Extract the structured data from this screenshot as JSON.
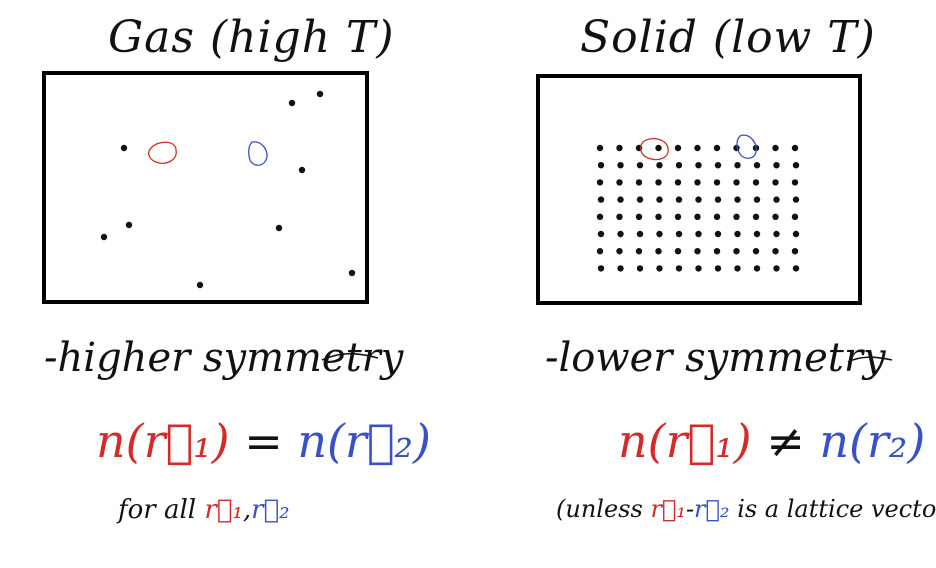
{
  "left": {
    "title": "Gas (high T)",
    "symmetry": "-higher symmetry",
    "eq_lhs": "n(r⃗₁)",
    "eq_op": "=",
    "eq_rhs": "n(r⃗₂)",
    "note_prefix": "for all",
    "note_r1": "r⃗₁",
    "note_sep": ",",
    "note_r2": "r⃗₂"
  },
  "right": {
    "title": "Solid (low T)",
    "symmetry": "-lower symmetry",
    "eq_lhs": "n(r⃗₁)",
    "eq_op": "≠",
    "eq_rhs": "n(r₂)",
    "note_open": "(unless",
    "note_r1": "r⃗₁",
    "note_minus": "-",
    "note_r2": "r⃗₂",
    "note_rest": "is a lattice vector)"
  },
  "colors": {
    "r1": "#d42a2a",
    "r2": "#3a50c8",
    "ink": "#111111"
  }
}
